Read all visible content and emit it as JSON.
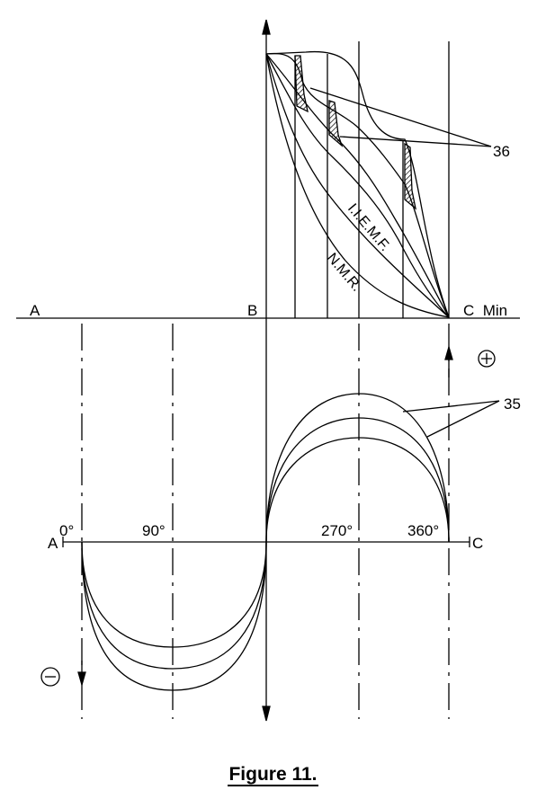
{
  "labels": {
    "a_top": "A",
    "b_top": "B",
    "c_min": "C  Min",
    "ref_36": "36",
    "ref_35": "35",
    "iiemf": "I.I.E.M.F.",
    "nmr": "N.M.R.",
    "a_bottom": "A",
    "c_bottom": "C",
    "deg_0": "0°",
    "deg_90": "90°",
    "deg_270": "270°",
    "deg_360": "360°",
    "plus": "+",
    "minus": "−"
  },
  "caption": "Figure 11."
}
